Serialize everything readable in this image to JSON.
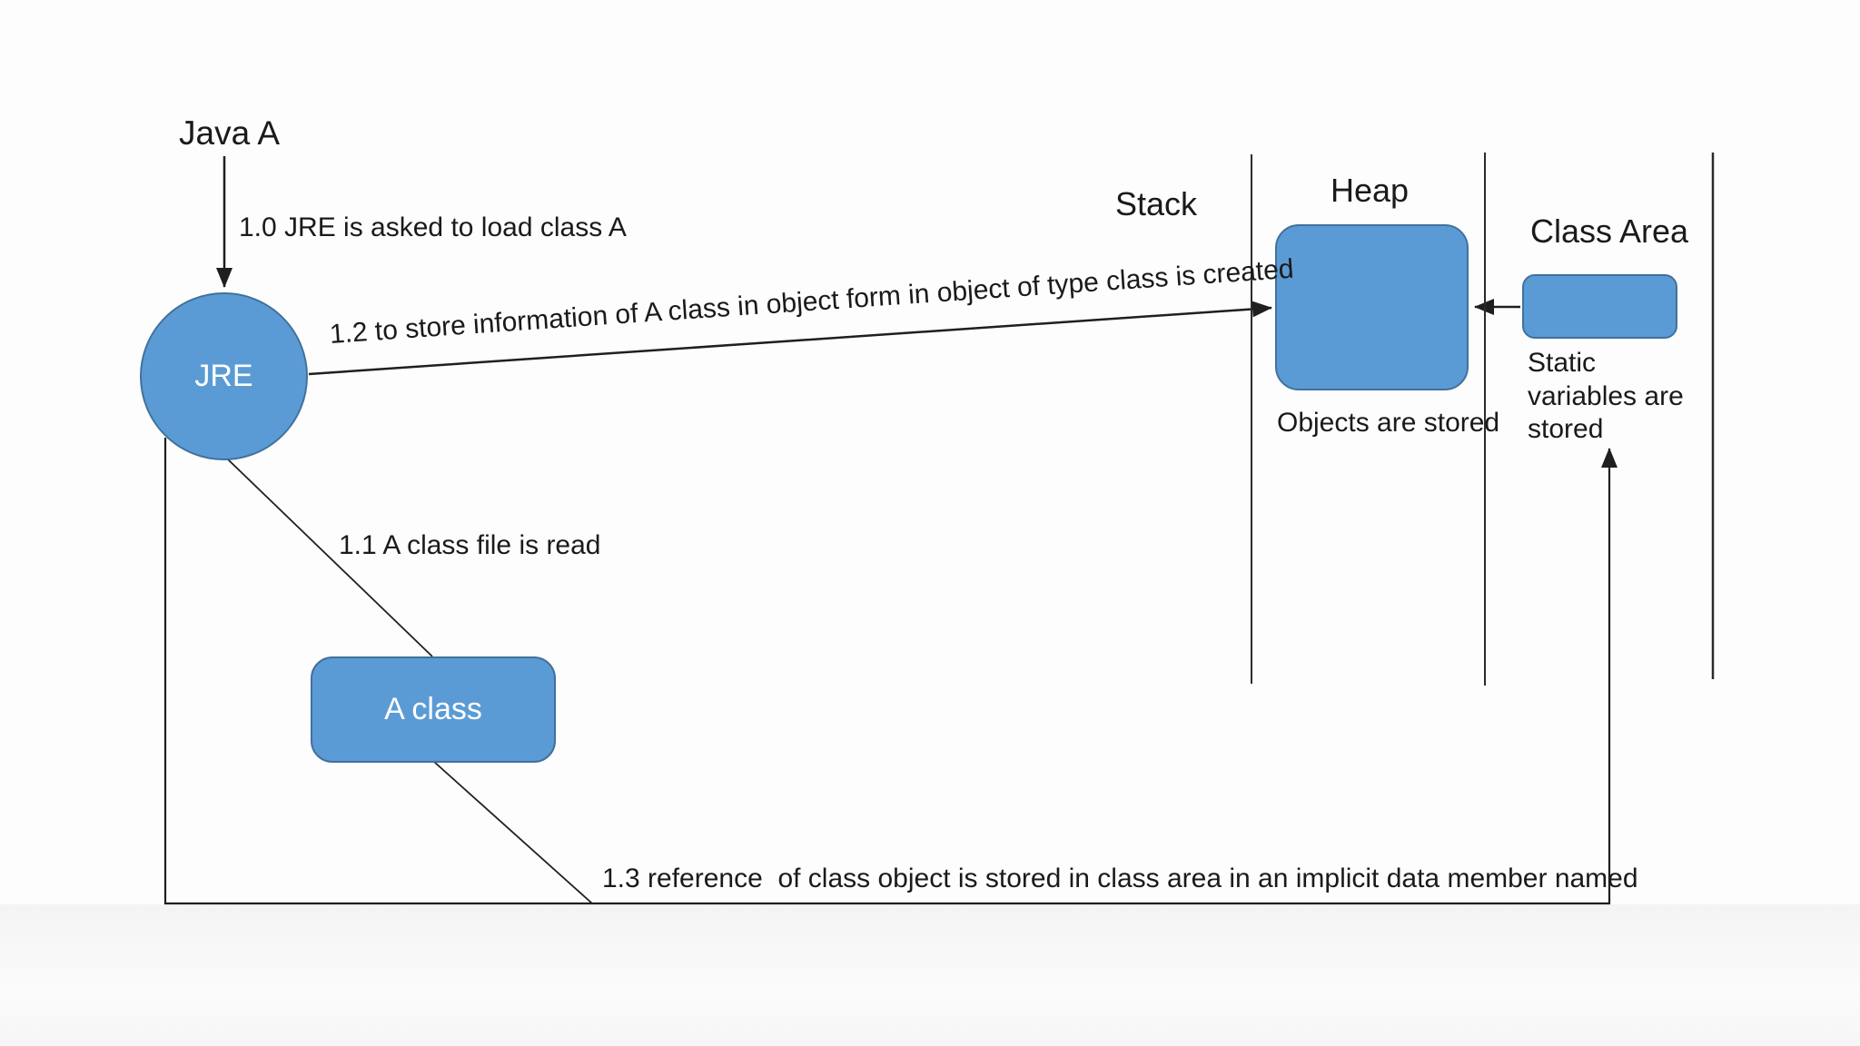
{
  "diagram": {
    "title_label": "Java A",
    "nodes": {
      "jre": "JRE",
      "a_class": "A class"
    },
    "regions": {
      "stack": "Stack",
      "heap": "Heap",
      "class_area": "Class Area"
    },
    "captions": {
      "objects_stored": "Objects are stored",
      "static_vars": "Static variables are stored"
    },
    "edges": {
      "e10": "1.0 JRE is asked to load class A",
      "e11": "1.1 A class file is read",
      "e12": "1.2 to store information of A class in object form in object of type class is created",
      "e13": "1.3 reference  of class object is stored in class area in an implicit data member named"
    },
    "colors": {
      "node_fill": "#5b9bd5",
      "node_border": "#41719c",
      "line": "#1f1f1f",
      "text": "#1a1a1a"
    }
  }
}
